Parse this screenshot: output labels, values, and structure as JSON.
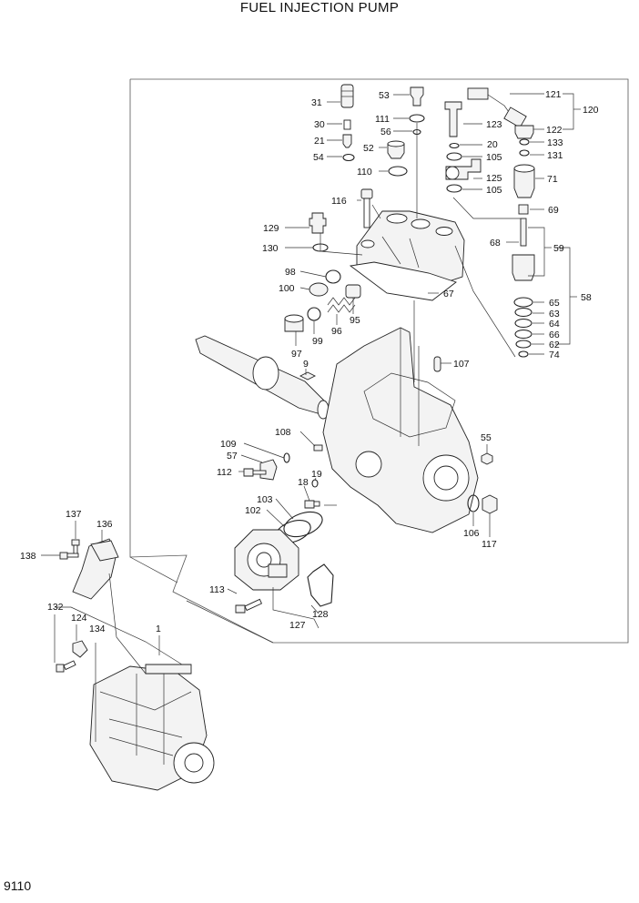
{
  "title": "FUEL INJECTION PUMP",
  "page_number": "9110",
  "callouts": [
    {
      "id": "c31",
      "text": "31"
    },
    {
      "id": "c53",
      "text": "53"
    },
    {
      "id": "c121",
      "text": "121"
    },
    {
      "id": "c120",
      "text": "120"
    },
    {
      "id": "c30",
      "text": "30"
    },
    {
      "id": "c111",
      "text": "111"
    },
    {
      "id": "c123",
      "text": "123"
    },
    {
      "id": "c122",
      "text": "122"
    },
    {
      "id": "c56",
      "text": "56"
    },
    {
      "id": "c21",
      "text": "21"
    },
    {
      "id": "c20",
      "text": "20"
    },
    {
      "id": "c133",
      "text": "133"
    },
    {
      "id": "c52",
      "text": "52"
    },
    {
      "id": "c54",
      "text": "54"
    },
    {
      "id": "c105a",
      "text": "105"
    },
    {
      "id": "c131",
      "text": "131"
    },
    {
      "id": "c110",
      "text": "110"
    },
    {
      "id": "c125",
      "text": "125"
    },
    {
      "id": "c71",
      "text": "71"
    },
    {
      "id": "c105b",
      "text": "105"
    },
    {
      "id": "c116",
      "text": "116"
    },
    {
      "id": "c69",
      "text": "69"
    },
    {
      "id": "c129",
      "text": "129"
    },
    {
      "id": "c68",
      "text": "68"
    },
    {
      "id": "c59",
      "text": "59"
    },
    {
      "id": "c130",
      "text": "130"
    },
    {
      "id": "c98",
      "text": "98"
    },
    {
      "id": "c100",
      "text": "100"
    },
    {
      "id": "c67",
      "text": "67"
    },
    {
      "id": "c58",
      "text": "58"
    },
    {
      "id": "c65",
      "text": "65"
    },
    {
      "id": "c63",
      "text": "63"
    },
    {
      "id": "c64",
      "text": "64"
    },
    {
      "id": "c66",
      "text": "66"
    },
    {
      "id": "c62",
      "text": "62"
    },
    {
      "id": "c74",
      "text": "74"
    },
    {
      "id": "c99",
      "text": "99"
    },
    {
      "id": "c96",
      "text": "96"
    },
    {
      "id": "c95",
      "text": "95"
    },
    {
      "id": "c97",
      "text": "97"
    },
    {
      "id": "c107",
      "text": "107"
    },
    {
      "id": "c9",
      "text": "9"
    },
    {
      "id": "c108",
      "text": "108"
    },
    {
      "id": "c55",
      "text": "55"
    },
    {
      "id": "c109",
      "text": "109"
    },
    {
      "id": "c57",
      "text": "57"
    },
    {
      "id": "c112",
      "text": "112"
    },
    {
      "id": "c19",
      "text": "19"
    },
    {
      "id": "c18",
      "text": "18"
    },
    {
      "id": "c103",
      "text": "103"
    },
    {
      "id": "c102",
      "text": "102"
    },
    {
      "id": "c106",
      "text": "106"
    },
    {
      "id": "c117",
      "text": "117"
    },
    {
      "id": "c137",
      "text": "137"
    },
    {
      "id": "c136",
      "text": "136"
    },
    {
      "id": "c138",
      "text": "138"
    },
    {
      "id": "c113",
      "text": "113"
    },
    {
      "id": "c128",
      "text": "128"
    },
    {
      "id": "c132",
      "text": "132"
    },
    {
      "id": "c127",
      "text": "127"
    },
    {
      "id": "c124",
      "text": "124"
    },
    {
      "id": "c1",
      "text": "1"
    },
    {
      "id": "c134",
      "text": "134"
    }
  ]
}
